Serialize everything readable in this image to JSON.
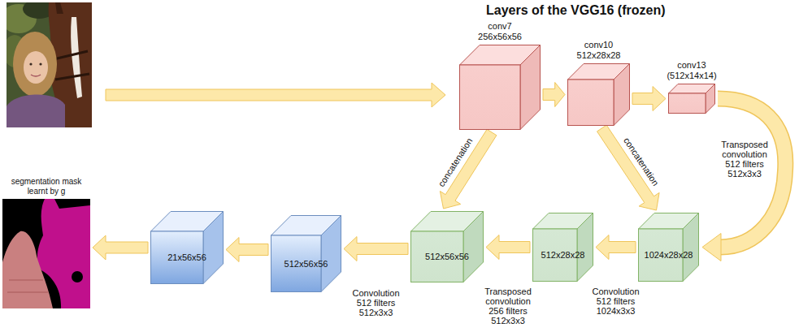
{
  "diagram": {
    "title": "Layers of the VGG16 (frozen)",
    "nodes": [
      {
        "text": [
          "conv7",
          "256x56x56"
        ]
      },
      {
        "text": [
          "conv10",
          "512x28x28"
        ]
      },
      {
        "text": [
          "conv13",
          "(512x14x14)"
        ]
      },
      {
        "text": [
          "segmentation mask learnt by g"
        ]
      },
      {
        "text": [
          "21x56x56"
        ]
      },
      {
        "text": [
          "512x56x56"
        ]
      },
      {
        "text": [
          "512x56x56"
        ]
      },
      {
        "text": [
          "512x28x28"
        ]
      },
      {
        "text": [
          "1024x28x28"
        ]
      }
    ],
    "edges": [
      {
        "from": 0,
        "to": 1,
        "arrow": "to"
      },
      {
        "from": 1,
        "to": 2,
        "arrow": "to"
      },
      {
        "from": 2,
        "to": 8,
        "label": "Transposed convolution 512 filters 512x3x3",
        "arrow": "to"
      },
      {
        "from": 0,
        "to": 6,
        "label": "concatenation",
        "arrow": "to"
      },
      {
        "from": 1,
        "to": 8,
        "label": "concatenation",
        "arrow": "to"
      },
      {
        "from": 8,
        "to": 7,
        "label": "Convolution 512 filters 1024x3x3",
        "arrow": "to"
      },
      {
        "from": 7,
        "to": 6,
        "label": "Transposed convolution 256 filters 512x3x3",
        "arrow": "to"
      },
      {
        "from": 6,
        "to": 5,
        "label": "Convolution 512 filters 512x3x3",
        "arrow": "to"
      },
      {
        "from": 5,
        "to": 4,
        "arrow": "to"
      },
      {
        "from": 4,
        "to": 3,
        "arrow": "to"
      }
    ]
  }
}
